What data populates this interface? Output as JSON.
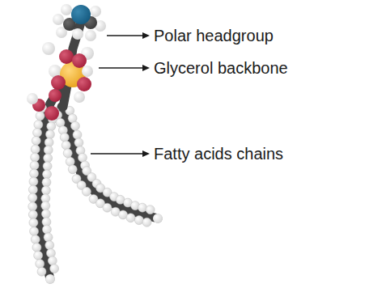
{
  "diagram": {
    "labels": [
      "Polar headgroup",
      "Glycerol backbone",
      "Fatty acids chains"
    ]
  }
}
